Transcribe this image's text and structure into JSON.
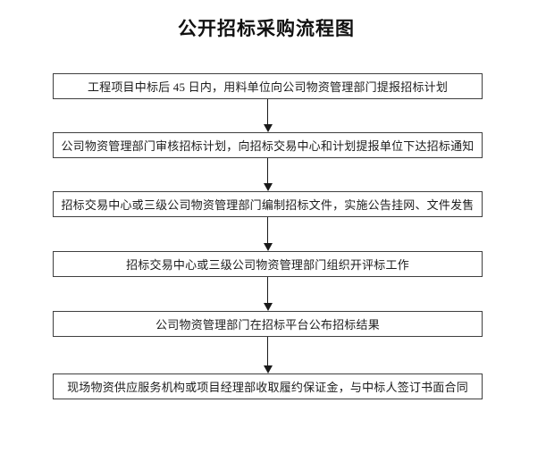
{
  "title": "公开招标采购流程图",
  "flowchart": {
    "steps": [
      {
        "label": "工程项目中标后 45 日内，用料单位向公司物资管理部门提报招标计划"
      },
      {
        "label": "公司物资管理部门审核招标计划，向招标交易中心和计划提报单位下达招标通知"
      },
      {
        "label": "招标交易中心或三级公司物资管理部门编制招标文件，实施公告挂网、文件发售"
      },
      {
        "label": "招标交易中心或三级公司物资管理部门组织开评标工作"
      },
      {
        "label": "公司物资管理部门在招标平台公布招标结果"
      },
      {
        "label": "现场物资供应服务机构或项目经理部收取履约保证金，与中标人签订书面合同"
      }
    ],
    "connector_count": 5,
    "connector_icon": "down-arrow"
  },
  "colors": {
    "background": "#ffffff",
    "box_border": "#3f3f3f",
    "text": "#1c1c1c",
    "arrow": "#1a1a1a"
  }
}
